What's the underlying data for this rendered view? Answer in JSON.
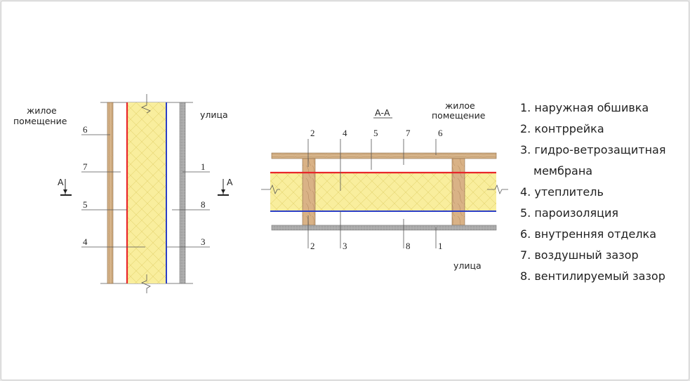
{
  "labels": {
    "room": "жилое помещение",
    "room_l1": "жилое",
    "room_l2": "помещение",
    "street": "улица",
    "section_mark": "А",
    "section_title": "А-А"
  },
  "colors": {
    "wood": "#d6b48a",
    "wood_grain": "#b48a5c",
    "insulation": "#f9ee9d",
    "insulation_hatch": "#e0cf62",
    "sheathing": "#a9a9a9",
    "vapor_barrier": "#2b3fc8",
    "wind_membrane": "#e8262a"
  },
  "legend": [
    {
      "num": "1.",
      "text": "наружная обшивка"
    },
    {
      "num": "2.",
      "text": "контррейка"
    },
    {
      "num": "3.",
      "text": "гидро-ветрозащитная",
      "text2": "мембрана"
    },
    {
      "num": "4.",
      "text": "утеплитель"
    },
    {
      "num": "5.",
      "text": "пароизоляция"
    },
    {
      "num": "6.",
      "text": "внутренняя отделка"
    },
    {
      "num": "7.",
      "text": "воздушный зазор"
    },
    {
      "num": "8.",
      "text": "вентилируемый зазор"
    }
  ],
  "vertical_callouts": {
    "left": [
      "6",
      "7",
      "5",
      "4"
    ],
    "right": [
      "1",
      "8",
      "3"
    ]
  },
  "section_callouts": {
    "top": [
      "2",
      "4",
      "5",
      "7",
      "6"
    ],
    "bottom": [
      "2",
      "3",
      "8",
      "1"
    ]
  }
}
